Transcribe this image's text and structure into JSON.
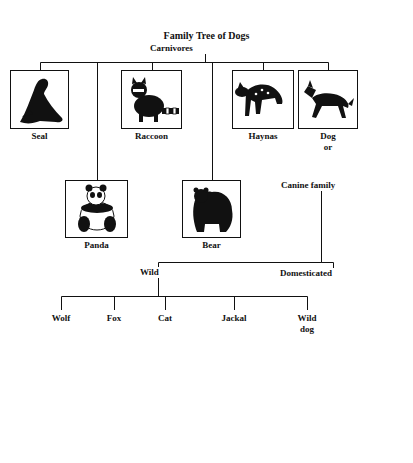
{
  "diagram": {
    "title": "Family Tree of Dogs",
    "nodes": [
      {
        "text": [
          "Carnivores"
        ]
      },
      {
        "text": [
          "Seal"
        ]
      },
      {
        "text": [
          "Raccoon"
        ]
      },
      {
        "text": [
          "Haynas"
        ]
      },
      {
        "text": [
          "Dog or"
        ]
      },
      {
        "text": [
          "Panda"
        ]
      },
      {
        "text": [
          "Bear"
        ]
      },
      {
        "text": [
          "Canine family"
        ]
      },
      {
        "text": [
          "Wild"
        ]
      },
      {
        "text": [
          "Domesticated"
        ]
      },
      {
        "text": [
          "Wolf"
        ]
      },
      {
        "text": [
          "Fox"
        ]
      },
      {
        "text": [
          "Cat"
        ]
      },
      {
        "text": [
          "Jackal"
        ]
      },
      {
        "text": [
          "Wild dog"
        ]
      }
    ],
    "edges": [
      {
        "from": 0,
        "to": 1,
        "arrow": "none"
      },
      {
        "from": 0,
        "to": 2,
        "arrow": "none"
      },
      {
        "from": 0,
        "to": 3,
        "arrow": "none"
      },
      {
        "from": 0,
        "to": 4,
        "arrow": "none"
      },
      {
        "from": 0,
        "to": 5,
        "arrow": "none"
      },
      {
        "from": 0,
        "to": 6,
        "arrow": "none"
      },
      {
        "from": 7,
        "to": 8,
        "arrow": "none"
      },
      {
        "from": 7,
        "to": 9,
        "arrow": "none"
      },
      {
        "from": 8,
        "to": 10,
        "arrow": "none"
      },
      {
        "from": 8,
        "to": 11,
        "arrow": "none"
      },
      {
        "from": 8,
        "to": 12,
        "arrow": "none"
      },
      {
        "from": 8,
        "to": 13,
        "arrow": "none"
      },
      {
        "from": 8,
        "to": 14,
        "arrow": "none"
      }
    ]
  }
}
